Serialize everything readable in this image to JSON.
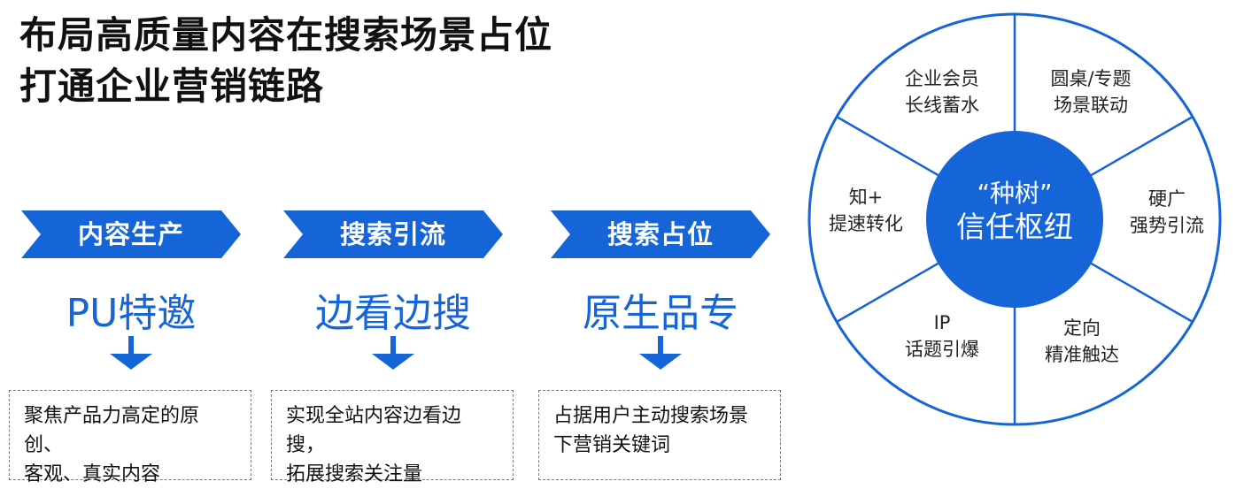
{
  "title": {
    "line1": "布局高质量内容在搜索场景占位",
    "line2": "打通企业营销链路"
  },
  "steps": [
    {
      "banner": "内容生产",
      "keyword": "PU特邀",
      "desc_line1": "聚焦产品力高定的原创、",
      "desc_line2": "客观、真实内容"
    },
    {
      "banner": "搜索引流",
      "keyword": "边看边搜",
      "desc_line1": "实现全站内容边看边搜，",
      "desc_line2": "拓展搜索关注量"
    },
    {
      "banner": "搜索占位",
      "keyword": "原生品专",
      "desc_line1": "占据用户主动搜索场景",
      "desc_line2": "下营销关键词"
    }
  ],
  "wheel": {
    "center_line1": "“种树”",
    "center_line2": "信任枢纽",
    "segments": [
      {
        "line1": "企业会员",
        "line2": "长线蓄水"
      },
      {
        "line1": "圆桌/专题",
        "line2": "场景联动"
      },
      {
        "line1": "硬广",
        "line2": "强势引流"
      },
      {
        "line1": "定向",
        "line2": "精准触达"
      },
      {
        "line1": "IP",
        "line2": "话题引爆"
      },
      {
        "line1": "知+",
        "line2": "提速转化"
      }
    ]
  },
  "colors": {
    "accent": "#1565d8",
    "banner": "#1565d8",
    "text": "#111111",
    "dash": "#7a7a7a"
  }
}
